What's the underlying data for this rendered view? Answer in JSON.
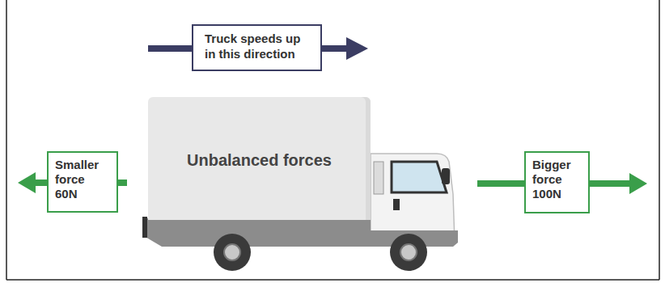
{
  "diagram": {
    "nodes": [
      {
        "text": [
          "Truck speeds up in this direction"
        ]
      },
      {
        "text": [
          "Smaller force",
          "60N"
        ]
      },
      {
        "text": [
          "Unbalanced forces"
        ]
      },
      {
        "text": [
          "Bigger force",
          "100N"
        ]
      }
    ]
  }
}
